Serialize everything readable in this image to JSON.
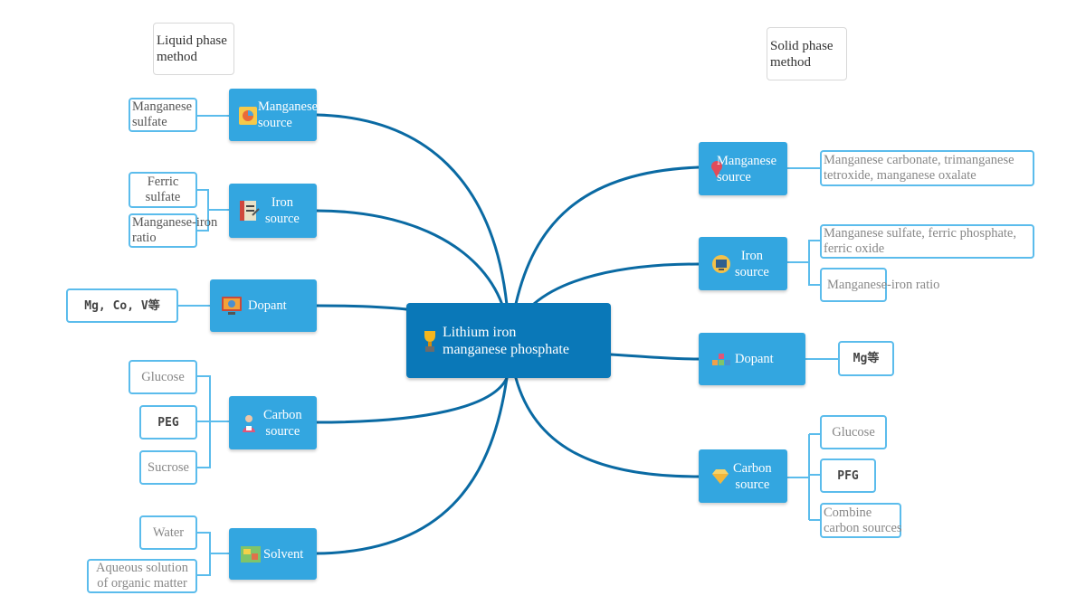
{
  "titles": {
    "liquid": "Liquid phase\nmethod",
    "solid": "Solid phase\nmethod"
  },
  "central": {
    "label": "Lithium iron\nmanganese phosphate",
    "icon": "trophy-icon"
  },
  "left": {
    "manganese": {
      "label": "Manganese\nsource",
      "icon": "chart-icon",
      "leaves": [
        "Manganese\nsulfate"
      ]
    },
    "iron": {
      "label": "Iron\nsource",
      "icon": "book-icon",
      "leaves": [
        "Ferric\nsulfate",
        "Manganese-iron\nratio"
      ]
    },
    "dopant": {
      "label": "Dopant",
      "icon": "computer-icon",
      "leaves": [
        "Mg, Co, V等"
      ]
    },
    "carbon": {
      "label": "Carbon\nsource",
      "icon": "person-icon",
      "leaves": [
        "Glucose",
        "PEG",
        "Sucrose"
      ]
    },
    "solvent": {
      "label": "Solvent",
      "icon": "map-icon",
      "leaves": [
        "Water",
        "Aqueous solution\nof organic matter"
      ]
    }
  },
  "right": {
    "manganese": {
      "label": "Manganese\nsource",
      "icon": "pin-icon",
      "leaves": [
        "Manganese carbonate, trimanganese\ntetroxide, manganese oxalate"
      ]
    },
    "iron": {
      "label": "Iron\nsource",
      "icon": "monitor-icon",
      "leaves": [
        "Manganese sulfate, ferric phosphate,\nferric oxide",
        "Manganese-iron ratio"
      ]
    },
    "dopant": {
      "label": "Dopant",
      "icon": "blocks-icon",
      "leaves": [
        "Mg等"
      ]
    },
    "carbon": {
      "label": "Carbon\nsource",
      "icon": "diamond-icon",
      "leaves": [
        "Glucose",
        "PFG",
        "Combine\ncarbon sources"
      ]
    }
  },
  "colors": {
    "central": "#0a78b8",
    "branch": "#33a6e0",
    "leaf_border": "#5bbcec",
    "link": "#0a6aa3"
  }
}
